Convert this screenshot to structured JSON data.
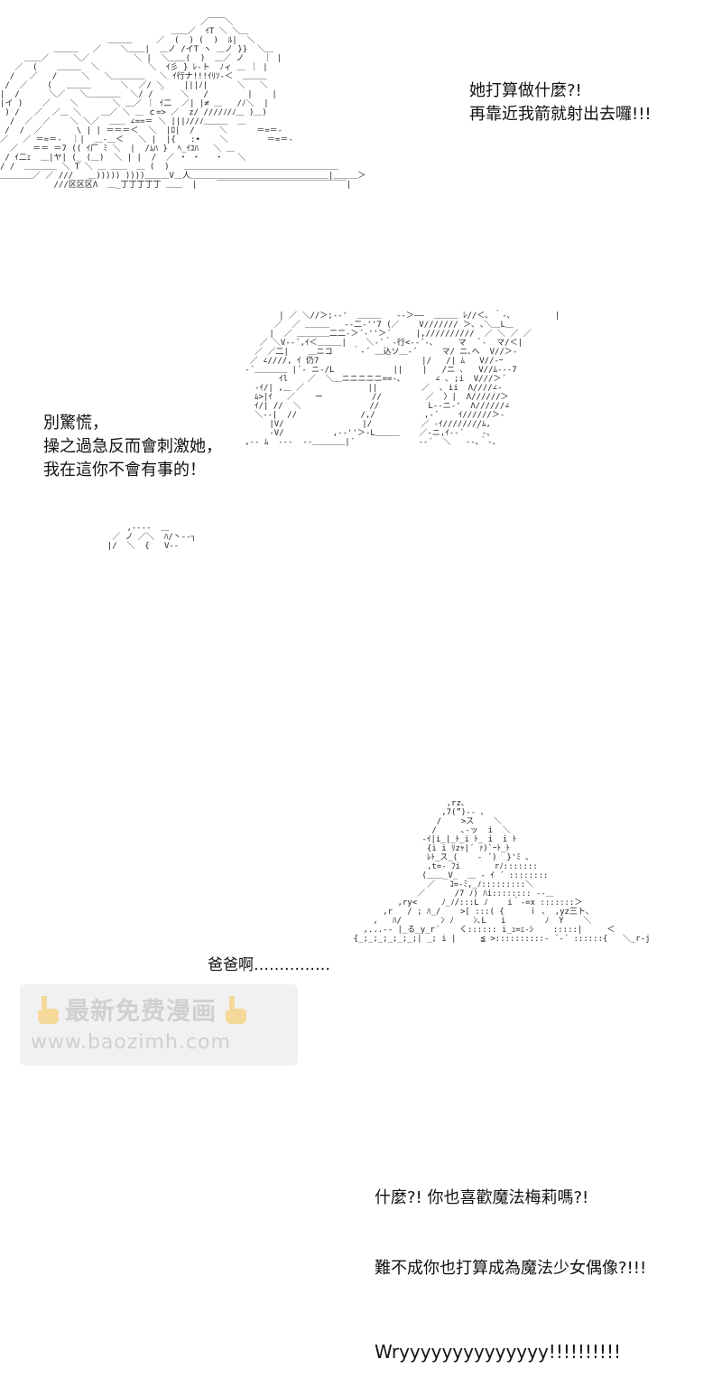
{
  "panels": [
    {
      "id": "panel-1",
      "dialog": [
        "她打算做什麼?!",
        "再靠近我箭就射出去囉!!!"
      ]
    },
    {
      "id": "panel-2",
      "dialog": [
        "別驚慌，",
        "操之過急反而會刺激她，",
        "我在這你不會有事的！"
      ]
    },
    {
      "id": "panel-3",
      "dialog": [
        "什麼?!  你也喜歡魔法梅莉嗎?!",
        "難不成你也打算成為魔法少女偶像?!!!"
      ],
      "shout": "Wryyyyyyyyyyyyyy!!!!!!!!!!"
    },
    {
      "id": "panel-4",
      "dialog": [
        "爸爸啊……………"
      ]
    }
  ],
  "watermark": {
    "title": "最新免费漫画",
    "url": "www.baozimh.com",
    "icon": "pointing-hand-icon"
  }
}
